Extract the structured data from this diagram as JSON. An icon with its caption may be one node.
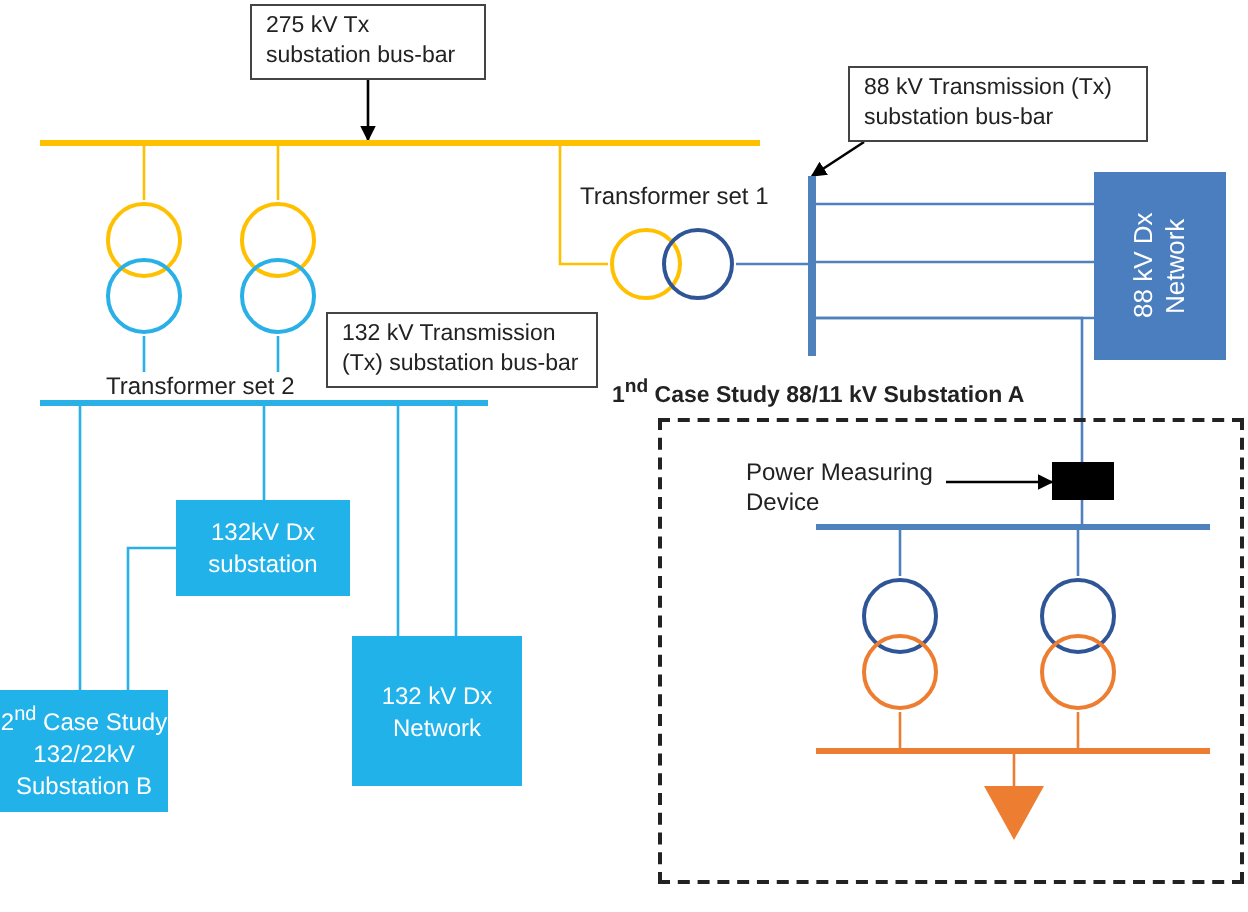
{
  "diagram": {
    "nodes": [
      {
        "text": [
          "275 kV Tx substation bus-bar"
        ]
      },
      {
        "text": [],
        "shape": "bar"
      },
      {
        "text": [],
        "shape": "transformer"
      },
      {
        "text": [],
        "shape": "transformer"
      },
      {
        "text": [],
        "shape": "transformer"
      },
      {
        "text": [
          "88 kV Transmission (Tx) substation bus-bar"
        ]
      },
      {
        "text": [],
        "shape": "bar"
      },
      {
        "text": [
          "88 kV Dx Network"
        ]
      },
      {
        "text": [
          "132 kV Transmission (Tx) substation bus-bar"
        ]
      },
      {
        "text": [],
        "shape": "bar"
      },
      {
        "text": [
          "132kV Dx substation"
        ]
      },
      {
        "text": [
          "2$^{nd}$ Case Study 132/22kV Substation B"
        ]
      },
      {
        "text": [
          "132 kV Dx Network"
        ]
      },
      {
        "text": [
          "1$^{nd}$ Case Study 88/11 kV Substation A"
        ]
      },
      {
        "text": [
          "Power Measuring Device"
        ],
        "in": 13
      },
      {
        "text": [],
        "shape": "box",
        "in": 13
      },
      {
        "text": [],
        "shape": "bar",
        "in": 13
      },
      {
        "text": [],
        "shape": "transformer",
        "in": 13
      },
      {
        "text": [],
        "shape": "transformer",
        "in": 13
      },
      {
        "text": [],
        "shape": "bar",
        "in": 13
      },
      {
        "text": [],
        "shape": "triangle",
        "in": 13
      }
    ],
    "edges": [
      {
        "from": 0,
        "to": 1,
        "arrow": "to",
        "color": "#000000"
      },
      {
        "from": 1,
        "to": 2,
        "arrow": "none",
        "color": "#ffc000"
      },
      {
        "from": 1,
        "to": 3,
        "arrow": "none",
        "color": "#ffc000"
      },
      {
        "from": 1,
        "to": 4,
        "arrow": "none",
        "color": "#ffc000"
      },
      {
        "from": 2,
        "to": 9,
        "arrow": "none",
        "color": "#29b0e6"
      },
      {
        "from": 3,
        "to": 9,
        "arrow": "none",
        "color": "#29b0e6"
      },
      {
        "from": 4,
        "to": 6,
        "arrow": "none"
      },
      {
        "from": 5,
        "to": 6,
        "arrow": "to",
        "color": "#000000"
      },
      {
        "from": 6,
        "to": 7,
        "arrow": "none"
      },
      {
        "from": 6,
        "to": 7,
        "arrow": "none"
      },
      {
        "from": 6,
        "to": 7,
        "arrow": "none"
      },
      {
        "from": 6,
        "to": 15,
        "arrow": "none"
      },
      {
        "from": 14,
        "to": 15,
        "arrow": "to",
        "color": "#000000"
      },
      {
        "from": 15,
        "to": 16,
        "arrow": "none"
      },
      {
        "from": 16,
        "to": 17,
        "arrow": "none"
      },
      {
        "from": 16,
        "to": 18,
        "arrow": "none"
      },
      {
        "from": 17,
        "to": 19,
        "arrow": "none",
        "color": "#ed7d31"
      },
      {
        "from": 18,
        "to": 19,
        "arrow": "none",
        "color": "#ed7d31"
      },
      {
        "from": 19,
        "to": 20,
        "arrow": "none",
        "color": "#ed7d31"
      },
      {
        "from": 9,
        "to": 11,
        "arrow": "none",
        "color": "#29b0e6"
      },
      {
        "from": 9,
        "to": 10,
        "arrow": "none",
        "color": "#29b0e6"
      },
      {
        "from": 9,
        "to": 12,
        "arrow": "none",
        "color": "#29b0e6"
      },
      {
        "from": 9,
        "to": 12,
        "arrow": "none",
        "color": "#29b0e6"
      },
      {
        "from": 10,
        "to": 11,
        "arrow": "none",
        "color": "#29b0e6"
      }
    ],
    "labels": [
      "Transformer set 1",
      "Transformer set 2"
    ]
  }
}
